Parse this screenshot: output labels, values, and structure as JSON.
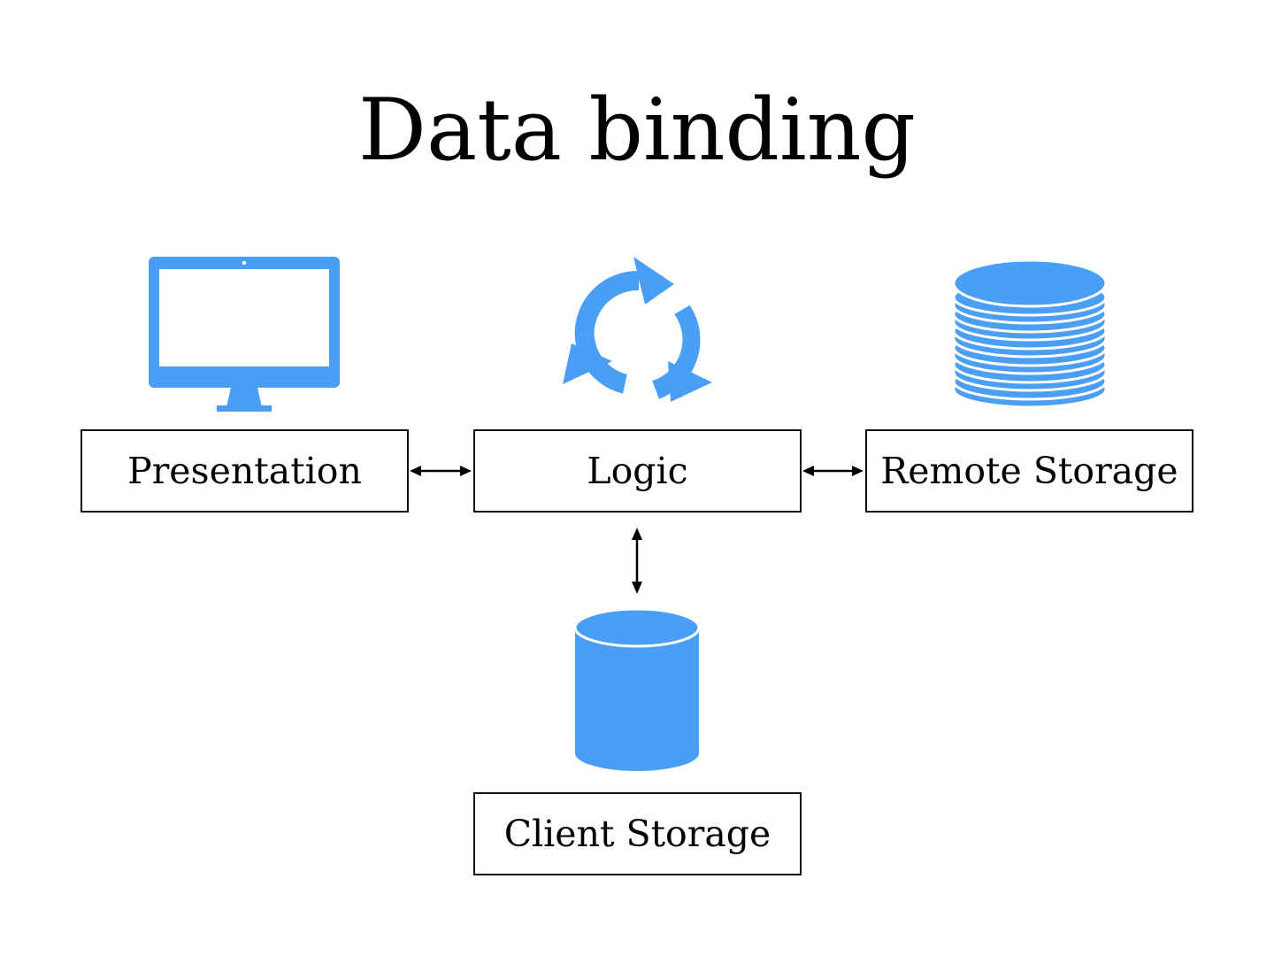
{
  "title": "Data binding",
  "accent_color": "#4a9ff5",
  "nodes": {
    "presentation": {
      "label": "Presentation",
      "icon": "monitor-icon"
    },
    "logic": {
      "label": "Logic",
      "icon": "refresh-cycle-icon"
    },
    "remote_storage": {
      "label": "Remote Storage",
      "icon": "database-stack-icon"
    },
    "client_storage": {
      "label": "Client Storage",
      "icon": "cylinder-database-icon"
    }
  },
  "edges": [
    {
      "from": "presentation",
      "to": "logic",
      "direction": "bidirectional"
    },
    {
      "from": "logic",
      "to": "remote_storage",
      "direction": "bidirectional"
    },
    {
      "from": "logic",
      "to": "client_storage",
      "direction": "bidirectional"
    }
  ]
}
